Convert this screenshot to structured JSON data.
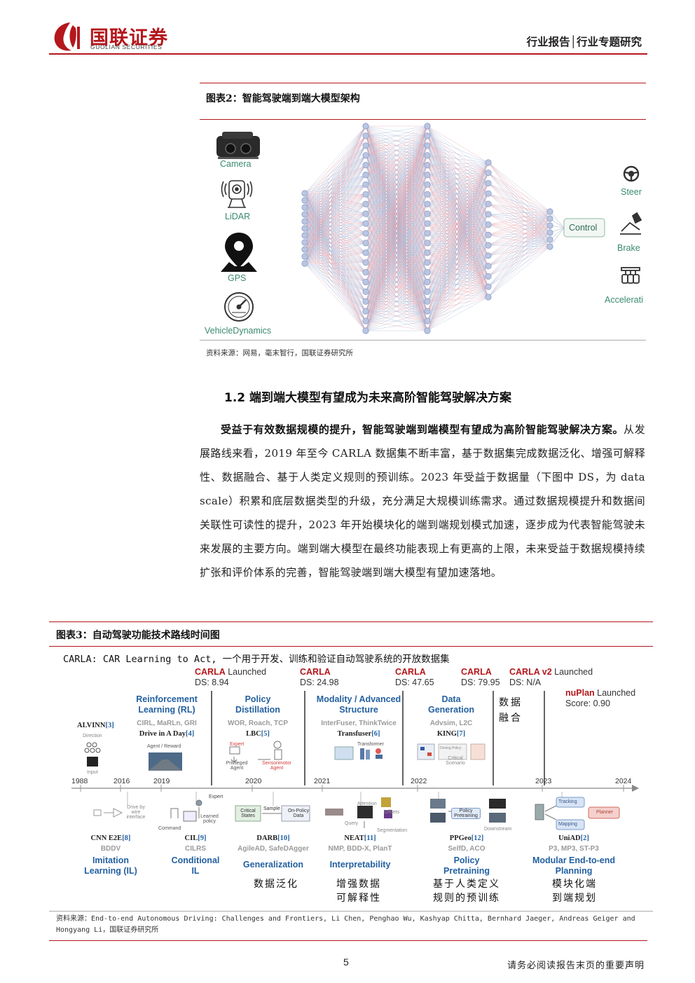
{
  "header": {
    "logo_cn": "国联证券",
    "logo_en": "GUOLIAN SECURITIES",
    "report_type": "行业报告│行业专题研究"
  },
  "figure2": {
    "title": "图表2：智能驾驶端到端大模型架构",
    "inputs": [
      "Camera",
      "LiDAR",
      "GPS",
      "VehicleDynamics"
    ],
    "control_label": "Control",
    "outputs": [
      "Steer",
      "Brake",
      "Accelerati"
    ],
    "source": "资料来源：网易，毫末智行，国联证券研究所"
  },
  "section": {
    "title": "1.2 端到端大模型有望成为未来高阶智能驾驶解决方案"
  },
  "paragraph": {
    "bold_lead": "受益于有效数据规模的提升，智能驾驶端到端模型有望成为高阶智能驾驶解决方案。",
    "body": "从发展路线来看，2019 年至今 CARLA 数据集不断丰富，基于数据集完成数据泛化、增强可解释性、数据融合、基于人类定义规则的预训练。2023 年受益于数据量（下图中 DS，为 data scale）积累和底层数据类型的升级，充分满足大规模训练需求。通过数据规模提升和数据间关联性可读性的提升，2023 年开始模块化的端到端规划模式加速，逐步成为代表智能驾驶未来发展的主要方向。端到端大模型在最终功能表现上有更高的上限，未来受益于数据规模持续扩张和评价体系的完善，智能驾驶端到端大模型有望加速落地。"
  },
  "figure3": {
    "title": "图表3：自动驾驶功能技术路线时间图",
    "carla_note": "CARLA: CAR Learning to Act, 一个用于开发、训练和验证自动驾驶系统的开放数据集",
    "carla_milestones": [
      {
        "name": "CARLA",
        "suffix": " Launched",
        "ds": "DS: 8.94"
      },
      {
        "name": "CARLA",
        "suffix": "",
        "ds": "DS: 24.98"
      },
      {
        "name": "CARLA",
        "suffix": "",
        "ds": "DS: 47.65"
      },
      {
        "name": "CARLA",
        "suffix": "",
        "ds": "DS: 79.95"
      },
      {
        "name": "CARLA v2",
        "suffix": " Launched",
        "ds": "DS: N/A"
      }
    ],
    "nuplan": {
      "name": "nuPlan",
      "suffix": " Launched",
      "score": "Score: 0.90"
    },
    "years": [
      "1988",
      "2016",
      "2019",
      "2020",
      "2021",
      "2022",
      "2023",
      "2024"
    ],
    "top_topics": [
      {
        "title": "Reinforcement Learning (RL)",
        "methods": "CIRL, MaRLn, GRI",
        "ref": "Drive in A Day",
        "num": "[4]"
      },
      {
        "title": "Policy Distillation",
        "methods": "WOR, Roach, TCP",
        "ref": "LBC",
        "num": "[5]"
      },
      {
        "title": "Modality / Advanced Structure",
        "methods": "InterFuser, ThinkTwice",
        "ref": "Transfuser",
        "num": "[6]"
      },
      {
        "title": "Data Generation",
        "methods": "Advsim, L2C",
        "ref": "KING",
        "num": "[7]"
      }
    ],
    "data_fusion_label": "数据融合",
    "alvinn": {
      "ref": "ALVINN",
      "num": "[3]",
      "sub1": "Direction",
      "sub2": "Input"
    },
    "top_small": {
      "agent_reward": "Agent / Reward",
      "expert": "Expert",
      "privileged_agent": "Privileged Agent",
      "sensorimotor_agent": "Sensorimotor Agent",
      "transformer": "Transformer",
      "driving_policy": "Driving Policy",
      "critical_scenario": "Critical Scenario"
    },
    "bottom_topics": [
      {
        "title": "Imitation Learning (IL)",
        "methods": "BDDV",
        "ref": "CNN E2E",
        "num": "[8]"
      },
      {
        "title": "Conditional IL",
        "methods": "CILRS",
        "ref": "CIL",
        "num": "[9]"
      },
      {
        "title": "Generalization",
        "methods": "AgileAD, SafeDAgger",
        "ref": "DARB",
        "num": "[10]"
      },
      {
        "title": "Interpretability",
        "methods": "NMP, BDD-X, PlanT",
        "ref": "NEAT",
        "num": "[11]"
      },
      {
        "title": "Policy Pretraining",
        "methods": "SelfD, ACO",
        "ref": "PPGeo",
        "num": "[12]"
      },
      {
        "title": "Modular End-to-end Planning",
        "methods": "P3, MP3, ST-P3",
        "ref": "UniAD",
        "num": "[2]"
      }
    ],
    "bottom_small": {
      "drive_by_wire": "Drive by wire interface",
      "command": "Command",
      "expert": "Expert",
      "learned_policy": "Learned policy",
      "critical_states": "Critical States",
      "sample": "Sample",
      "on_policy_data": "On-Policy Data",
      "attention": "Attention",
      "offsets": "Offsets",
      "query": "Query",
      "segmentation": "Segmentation",
      "policy_pretraining": "Policy Pretraining",
      "downstream": "Downstream",
      "tracking": "Tracking",
      "mapping": "Mapping",
      "planner": "Planner"
    },
    "cn_labels": [
      "数据泛化",
      "增强数据可解释性",
      "基于人类定义规则的预训练",
      "模块化端到端规划"
    ],
    "source": "资料来源：End-to-end Autonomous Driving: Challenges and Frontiers, Li Chen, Penghao Wu, Kashyap Chitta, Bernhard Jaeger, Andreas Geiger and Hongyang Li，国联证券研究所"
  },
  "footer": {
    "page_number": "5",
    "disclaimer": "请务必阅读报告末页的重要声明"
  },
  "colors": {
    "brand_red": "#b4171c",
    "timeline_blue": "#2360a0",
    "nn_green": "#3a8a6e"
  }
}
